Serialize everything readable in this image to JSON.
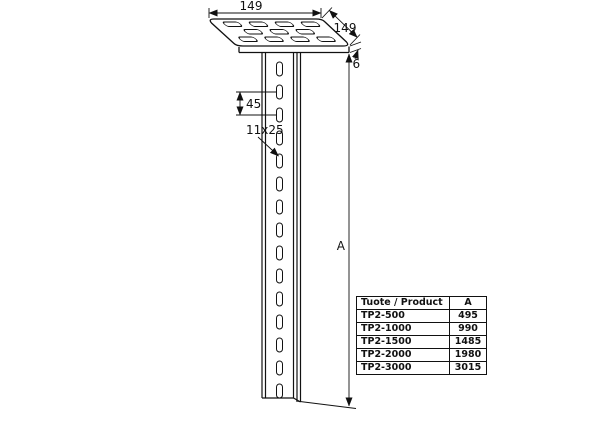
{
  "diagram": {
    "dims": {
      "plate_width": "149",
      "plate_depth": "149",
      "plate_thickness": "6",
      "slot_spacing": "45",
      "slot_size": "11x25",
      "height_label": "A"
    },
    "colors": {
      "line": "#111111",
      "background": "#ffffff"
    }
  },
  "table": {
    "header": {
      "product": "Tuote / Product",
      "value": "A"
    },
    "rows": [
      {
        "product": "TP2-500",
        "value": "495"
      },
      {
        "product": "TP2-1000",
        "value": "990"
      },
      {
        "product": "TP2-1500",
        "value": "1485"
      },
      {
        "product": "TP2-2000",
        "value": "1980"
      },
      {
        "product": "TP2-3000",
        "value": "3015"
      }
    ]
  }
}
